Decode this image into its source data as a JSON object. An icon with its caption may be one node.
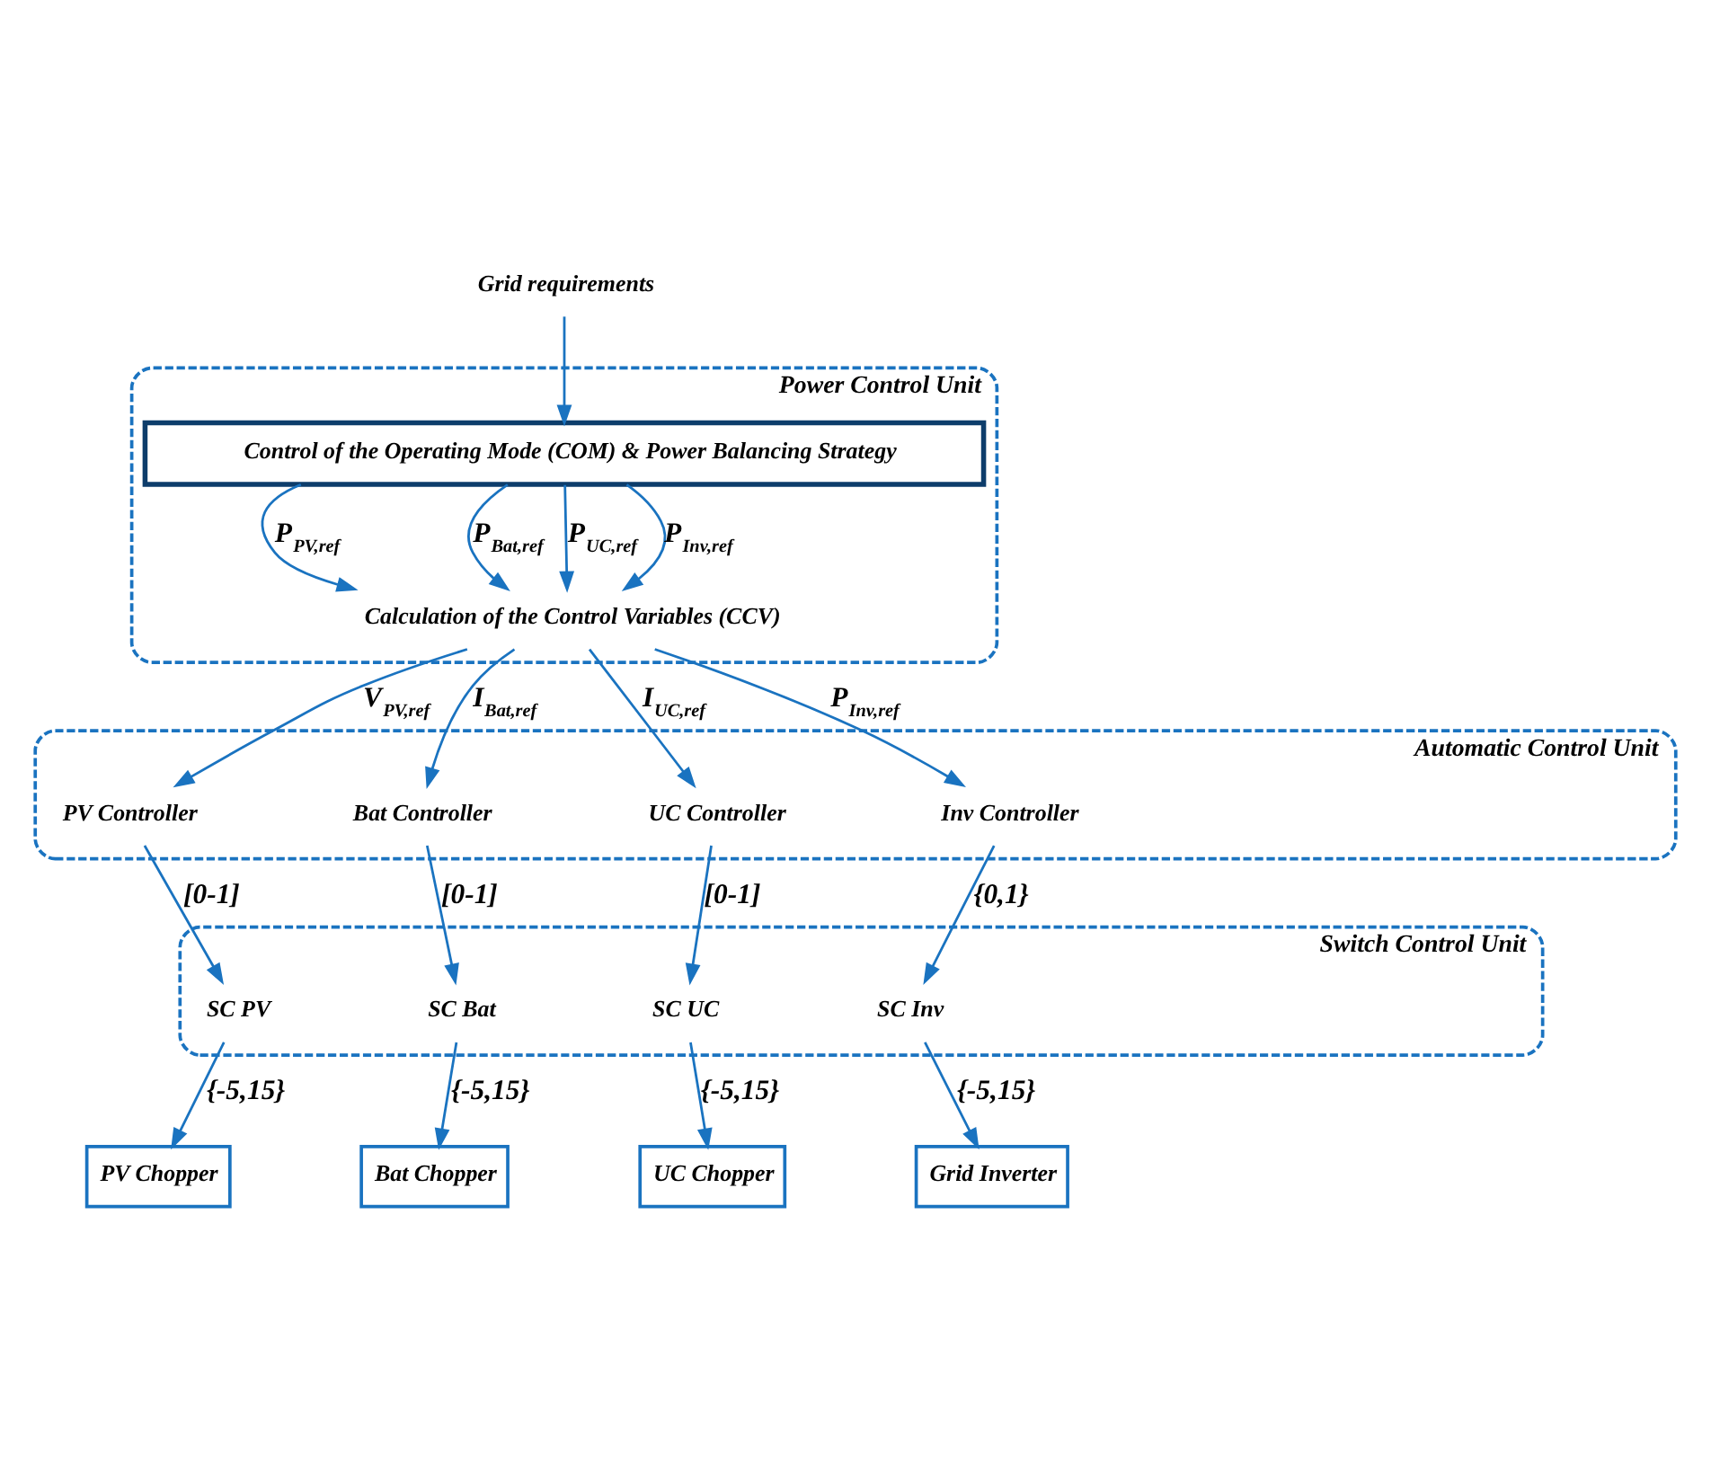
{
  "diagram": {
    "nodes": [
      {
        "text": [
          "Grid requirements"
        ]
      },
      {
        "text": [
          "Power Control Unit"
        ]
      },
      {
        "text": [
          "Control of the Operating Mode (COM) & Power Balancing Strategy"
        ],
        "in": 1
      },
      {
        "text": [
          "Calculation of the Control Variables (CCV)"
        ],
        "in": 1
      },
      {
        "text": [
          "Automatic Control Unit"
        ]
      },
      {
        "text": [
          "PV Controller"
        ],
        "in": 4
      },
      {
        "text": [
          "Bat Controller"
        ],
        "in": 4
      },
      {
        "text": [
          "UC Controller"
        ],
        "in": 4
      },
      {
        "text": [
          "Inv Controller"
        ],
        "in": 4
      },
      {
        "text": [
          "Switch Control Unit"
        ]
      },
      {
        "text": [
          "SC PV"
        ],
        "in": 9
      },
      {
        "text": [
          "SC Bat"
        ],
        "in": 9
      },
      {
        "text": [
          "SC UC"
        ],
        "in": 9
      },
      {
        "text": [
          "SC Inv"
        ],
        "in": 9
      },
      {
        "text": [
          "PV Chopper"
        ]
      },
      {
        "text": [
          "Bat Chopper"
        ]
      },
      {
        "text": [
          "UC Chopper"
        ]
      },
      {
        "text": [
          "Grid Inverter"
        ]
      }
    ],
    "edges": [
      {
        "from": 0,
        "to": 2,
        "arrow": "to"
      },
      {
        "from": 2,
        "to": 3,
        "arrow": "to",
        "label": "P$_{PV,ref}$"
      },
      {
        "from": 2,
        "to": 3,
        "arrow": "to",
        "label": "P$_{Bat,ref}$"
      },
      {
        "from": 2,
        "to": 3,
        "arrow": "to",
        "label": "P$_{UC,ref}$"
      },
      {
        "from": 2,
        "to": 3,
        "arrow": "to",
        "label": "P$_{Inv,ref}$"
      },
      {
        "from": 3,
        "to": 5,
        "arrow": "to",
        "label": "V$_{PV,ref}$"
      },
      {
        "from": 3,
        "to": 6,
        "arrow": "to",
        "label": "I$_{Bat,ref}$"
      },
      {
        "from": 3,
        "to": 7,
        "arrow": "to",
        "label": "I$_{UC,ref}$"
      },
      {
        "from": 3,
        "to": 8,
        "arrow": "to",
        "label": "P$_{Inv,ref}$"
      },
      {
        "from": 5,
        "to": 10,
        "arrow": "to",
        "label": "[0-1]"
      },
      {
        "from": 6,
        "to": 11,
        "arrow": "to",
        "label": "[0-1]"
      },
      {
        "from": 7,
        "to": 12,
        "arrow": "to",
        "label": "[0-1]"
      },
      {
        "from": 8,
        "to": 13,
        "arrow": "to",
        "label": "{0,1}"
      },
      {
        "from": 10,
        "to": 14,
        "arrow": "to",
        "label": "{-5,15}"
      },
      {
        "from": 11,
        "to": 15,
        "arrow": "to",
        "label": "{-5,15}"
      },
      {
        "from": 12,
        "to": 16,
        "arrow": "to",
        "label": "{-5,15}"
      },
      {
        "from": 13,
        "to": 17,
        "arrow": "to",
        "label": "{-5,15}"
      }
    ]
  }
}
